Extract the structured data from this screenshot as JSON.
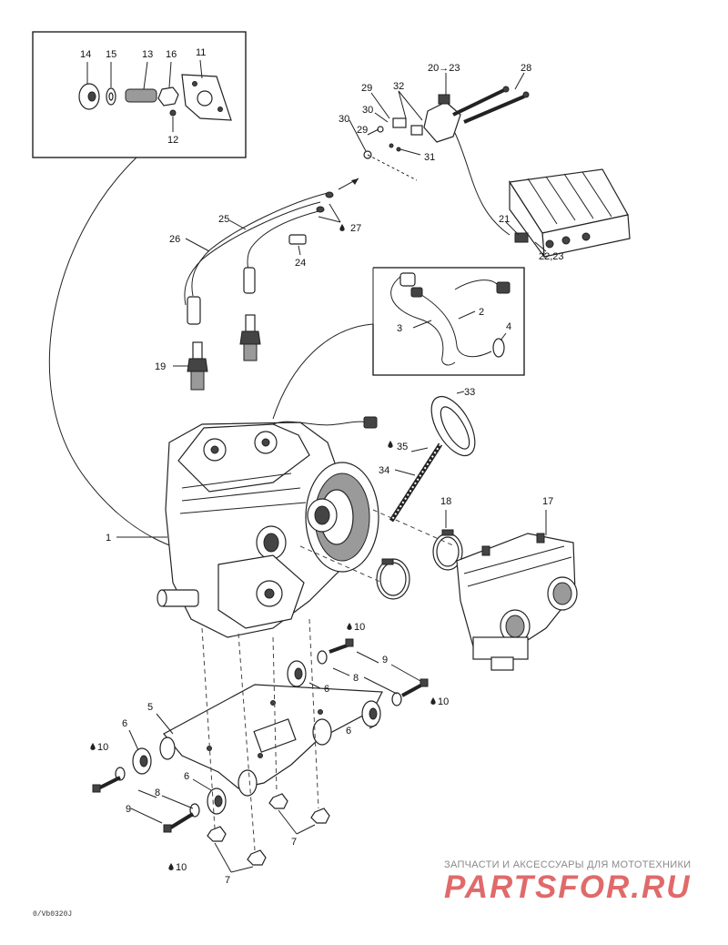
{
  "labels": {
    "p1": "1",
    "p2": "2",
    "p3": "3",
    "p4": "4",
    "p5": "5",
    "p6a": "6",
    "p6b": "6",
    "p6c": "6",
    "p6d": "6",
    "p7a": "7",
    "p7b": "7",
    "p8a": "8",
    "p8b": "8",
    "p9a": "9",
    "p9b": "9",
    "p10a": "10",
    "p10b": "10",
    "p10c": "10",
    "p10d": "10",
    "p11": "11",
    "p12": "12",
    "p13": "13",
    "p14": "14",
    "p15": "15",
    "p16": "16",
    "p17": "17",
    "p18": "18",
    "p19": "19",
    "p20": "20→23",
    "p21": "21",
    "p2223": "22,23",
    "p24": "24",
    "p25": "25",
    "p26": "26",
    "p27": "27",
    "p28": "28",
    "p29a": "29",
    "p29b": "29",
    "p30a": "30",
    "p30b": "30",
    "p31": "31",
    "p32": "32",
    "p33": "33",
    "p34": "34",
    "p35": "35"
  },
  "figure_code": "0/Vb0320J",
  "watermark": {
    "tagline": "ЗАПЧАСТИ И АКСЕССУАРЫ ДЛЯ МОТОТЕХНИКИ",
    "logo": "PARTSFOR.RU"
  },
  "colors": {
    "line": "#222222",
    "watermark_logo": "#e06a6a",
    "watermark_text": "#8a8a8a"
  }
}
